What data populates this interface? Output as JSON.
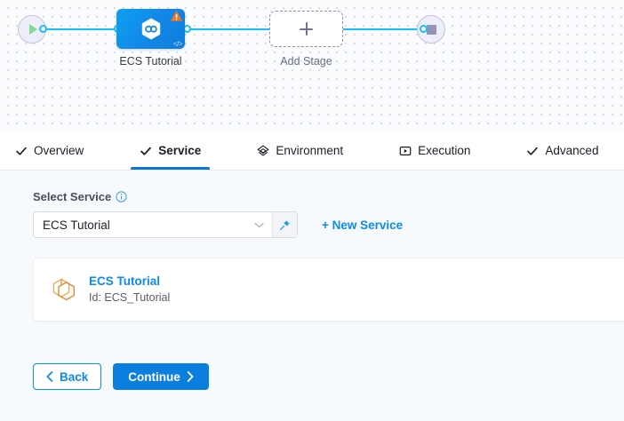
{
  "canvas": {
    "start_node": {
      "name": "start-node",
      "icon": "play-icon"
    },
    "end_node": {
      "name": "end-node",
      "icon": "stop-icon"
    },
    "stage": {
      "label": "ECS Tutorial",
      "icon": "service-hexagon-icon",
      "warning_icon": "warning-triangle-icon",
      "code_icon": "code-brackets-icon"
    },
    "add_stage": {
      "label": "Add Stage",
      "icon": "plus-icon"
    },
    "connector_color": "#17bffa"
  },
  "tabs": [
    {
      "label": "Overview",
      "icon": "check-icon",
      "active": false
    },
    {
      "label": "Service",
      "icon": "check-icon",
      "active": true
    },
    {
      "label": "Environment",
      "icon": "layers-icon",
      "active": false
    },
    {
      "label": "Execution",
      "icon": "play-square-icon",
      "active": false
    },
    {
      "label": "Advanced",
      "icon": "check-icon",
      "active": false
    }
  ],
  "form": {
    "select_service_label": "Select Service",
    "info_icon": "info-icon",
    "service_value": "ECS Tutorial",
    "service_placeholder": "Select Service",
    "dropdown_icon": "chevron-down-icon",
    "pin_icon": "pin-icon",
    "new_service_label": "+ New Service"
  },
  "service_card": {
    "icon": "cube-hexagon-icon",
    "name": "ECS Tutorial",
    "id_text": "Id: ECS_Tutorial"
  },
  "footer": {
    "back_label": "Back",
    "back_icon": "chevron-left-icon",
    "continue_label": "Continue",
    "continue_icon": "chevron-right-icon"
  },
  "colors": {
    "accent_blue": "#0a8bef",
    "tab_underline": "#0a77d5",
    "connector": "#17bffa",
    "warning_orange": "#f5761a",
    "service_icon_orange": "#f0932b"
  }
}
